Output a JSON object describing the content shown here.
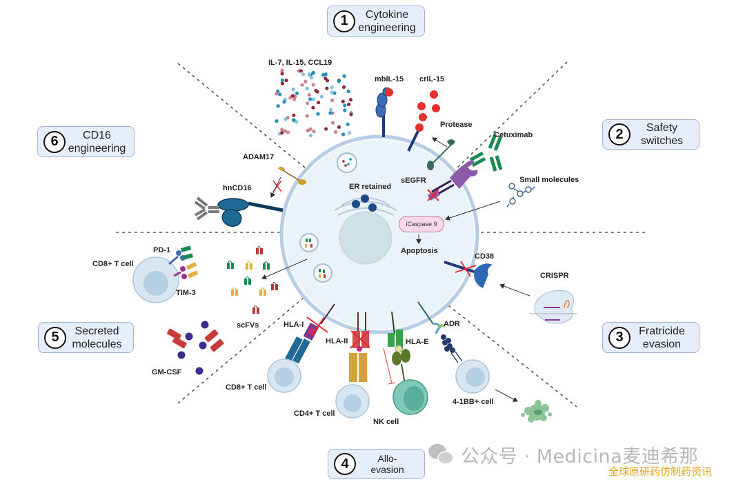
{
  "sections": [
    {
      "number": "1",
      "title": "Cytokine\nengineering"
    },
    {
      "number": "2",
      "title": "Safety\nswitches"
    },
    {
      "number": "3",
      "title": "Fratricide\nevasion"
    },
    {
      "number": "4",
      "title": "Allo-\nevasion"
    },
    {
      "number": "5",
      "title": "Secreted\nmolecules"
    },
    {
      "number": "6",
      "title": "CD16\nengineering"
    }
  ],
  "labels": {
    "cytokines": "IL-7, IL-15, CCL19",
    "mbil15": "mbIL-15",
    "cril15": "crIL-15",
    "protease": "Protease",
    "cetuximab": "Cetuximab",
    "segfr": "sEGFR",
    "small_molecules": "Small molecules",
    "icaspase": "iCaspase 9",
    "apoptosis": "Apoptosis",
    "er_retained": "ER retained",
    "adam17": "ADAM17",
    "hncd16": "hnCD16",
    "cd38": "CD38",
    "crispr": "CRISPR",
    "pd1": "PD-1",
    "tim3": "TIM-3",
    "cd8_t_cell_left": "CD8+ T cell",
    "scfvs": "scFVs",
    "gmcsf": "GM-CSF",
    "hla1": "HLA-I",
    "hla2": "HLA-II",
    "hlae": "HLA-E",
    "adr": "ADR",
    "cd8_t_cell_bottom": "CD8+ T cell",
    "cd4_t_cell": "CD4+ T cell",
    "nk_cell": "NK cell",
    "cell_41bb": "4-1BB+ cell"
  },
  "watermark": {
    "main": "公众号 · Medicina麦迪希那",
    "sub": "全球原研药仿制药资讯"
  },
  "colors": {
    "cell_fill": "#eaf2fa",
    "cell_border": "#b7cde3",
    "box_fill": "#e6eefb",
    "box_border": "#9fb4d6",
    "inhibit_x": "#e8262b",
    "navy": "#1f3a7a",
    "cytokine_red": "#8e2b3a",
    "cytokine_blue": "#1e8fbf",
    "il15_red": "#e8302f",
    "egfr_purple": "#8b5aa8",
    "cetuximab_green": "#1a8a55",
    "gmcsf_purple": "#3e2a8f",
    "nk_teal": "#7fc9b8",
    "dead_cell_green": "#8dc49a"
  }
}
